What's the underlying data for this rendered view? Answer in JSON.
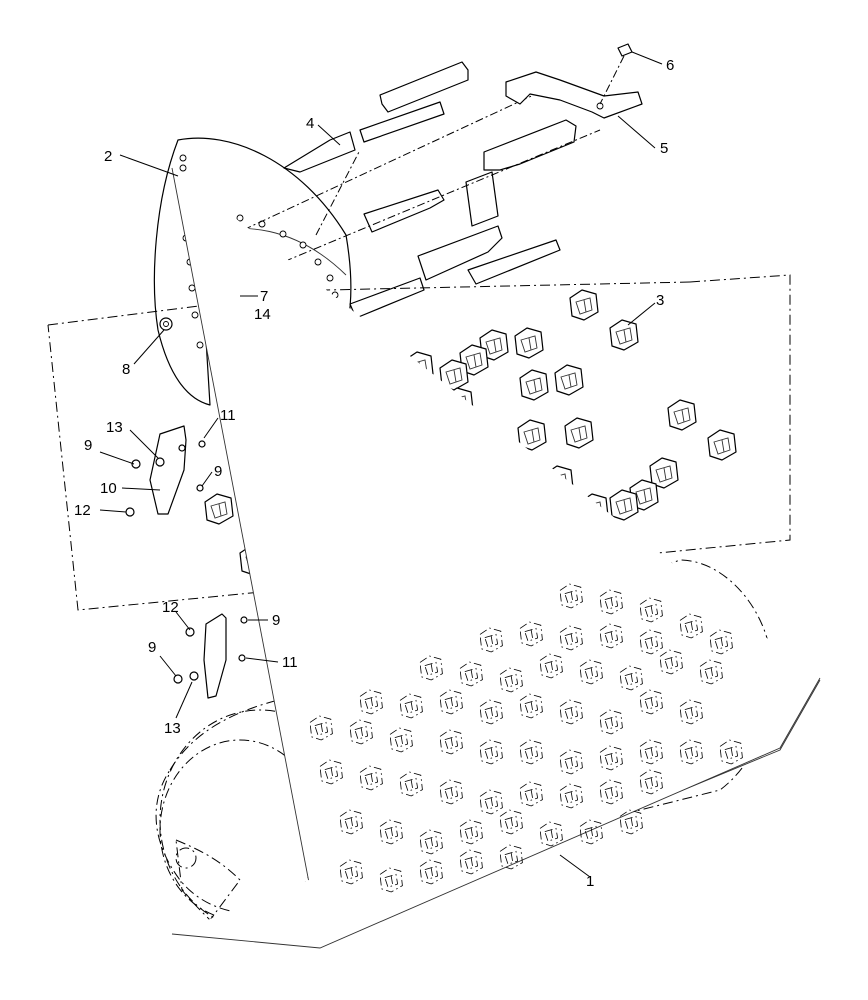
{
  "callouts": {
    "c1": "1",
    "c2": "2",
    "c3": "3",
    "c4": "4",
    "c5": "5",
    "c6": "6",
    "c7": "7",
    "c14": "14",
    "c8": "8",
    "c11a": "11",
    "c13a": "13",
    "c9a": "9",
    "c9b": "9",
    "c10": "10",
    "c12a": "12",
    "c12b": "12",
    "c9c": "9",
    "c9d": "9",
    "c11b": "11",
    "c13b": "13"
  }
}
